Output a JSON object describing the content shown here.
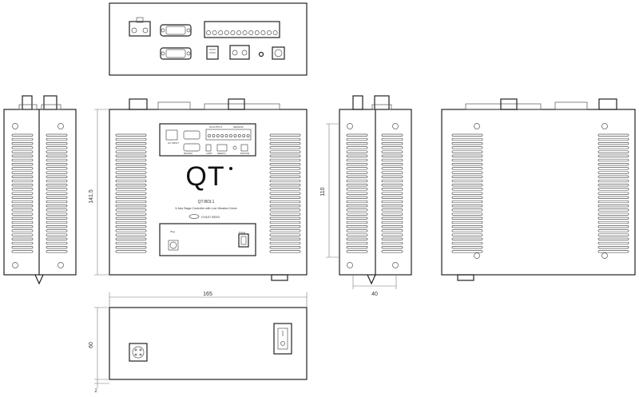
{
  "drawing": {
    "front_panel": {
      "logo": "QT",
      "model": "QT-BDL1",
      "description": "3-Axis Stage Controller with Low Vibration Driver",
      "brand": "CHUO SEIKI",
      "label_rs232c": "RS232C",
      "label_limit": "LIMIT",
      "label_input": "IN-OUTPUT",
      "label_sensor": "SENSOR",
      "label_servo": "SERVO",
      "label_power_in": "AC INPUT",
      "label_motor": "MOTOR",
      "label_plug": "Plug",
      "label_power": "Power"
    },
    "dimensions": {
      "height": "141.5",
      "width": "165",
      "depth": "40",
      "side_height": "110",
      "bottom_height": "60",
      "foot": "2"
    }
  }
}
